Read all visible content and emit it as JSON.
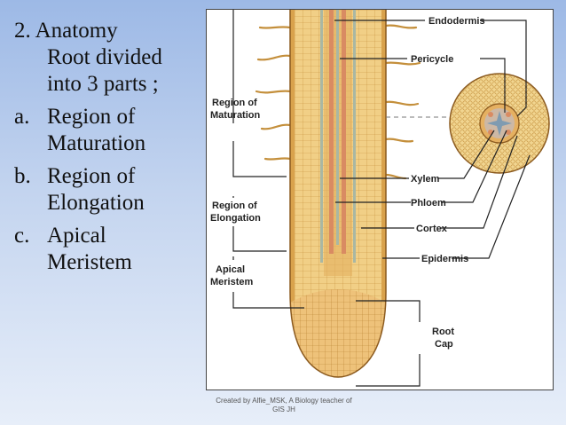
{
  "slide": {
    "heading": "2. Anatomy",
    "intro_line1": "Root divided",
    "intro_line2": "into 3 parts ;",
    "items": [
      {
        "marker": "a.",
        "line1": "Region of",
        "line2": "Maturation"
      },
      {
        "marker": "b.",
        "line1": "Region of",
        "line2": "Elongation"
      },
      {
        "marker": "c.",
        "line1": "Apical",
        "line2": "Meristem"
      }
    ]
  },
  "diagram": {
    "labels": {
      "region_maturation_1": "Region of",
      "region_maturation_2": "Maturation",
      "region_elongation_1": "Region of",
      "region_elongation_2": "Elongation",
      "apical_meristem_1": "Apical",
      "apical_meristem_2": "Meristem",
      "root_cap_1": "Root",
      "root_cap_2": "Cap",
      "endodermis": "Endodermis",
      "pericycle": "Pericycle",
      "xylem": "Xylem",
      "phloem": "Phloem",
      "cortex": "Cortex",
      "epidermis": "Epidermis"
    },
    "colors": {
      "tissue": "#f1cf86",
      "tissue_dark": "#c48f3b",
      "stele": "#e5b061",
      "phloem_strand": "#d98b62",
      "xylem_strand": "#a9b7a3"
    }
  },
  "credit": {
    "line1": "Created by Alfie_MSK, A Biology teacher of",
    "line2": "GIS JH"
  }
}
